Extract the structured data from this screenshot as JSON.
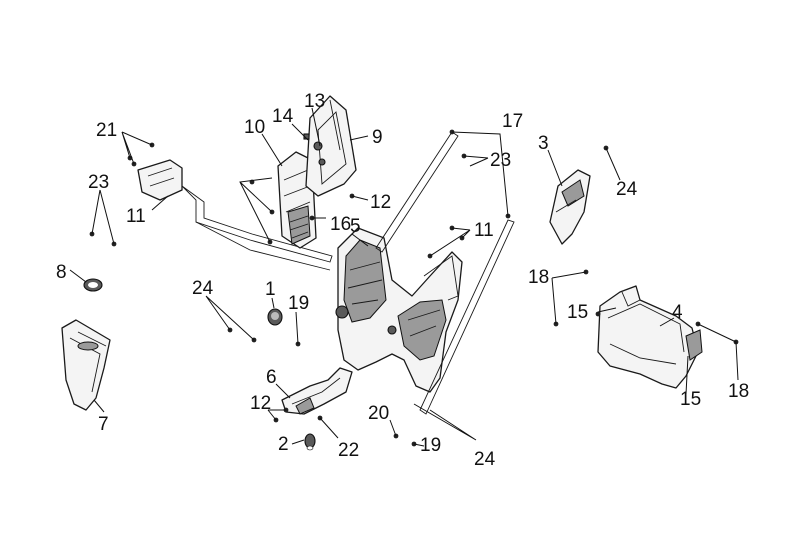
{
  "diagram": {
    "callouts": [
      {
        "id": "c1",
        "label": "1"
      },
      {
        "id": "c2",
        "label": "2"
      },
      {
        "id": "c3",
        "label": "3"
      },
      {
        "id": "c4",
        "label": "4"
      },
      {
        "id": "c5",
        "label": "5"
      },
      {
        "id": "c6",
        "label": "6"
      },
      {
        "id": "c7",
        "label": "7"
      },
      {
        "id": "c8",
        "label": "8"
      },
      {
        "id": "c9",
        "label": "9"
      },
      {
        "id": "c10",
        "label": "10"
      },
      {
        "id": "c11a",
        "label": "11"
      },
      {
        "id": "c11b",
        "label": "11"
      },
      {
        "id": "c12a",
        "label": "12"
      },
      {
        "id": "c12b",
        "label": "12"
      },
      {
        "id": "c13",
        "label": "13"
      },
      {
        "id": "c14",
        "label": "14"
      },
      {
        "id": "c15a",
        "label": "15"
      },
      {
        "id": "c15b",
        "label": "15"
      },
      {
        "id": "c16",
        "label": "16"
      },
      {
        "id": "c17",
        "label": "17"
      },
      {
        "id": "c18a",
        "label": "18"
      },
      {
        "id": "c18b",
        "label": "18"
      },
      {
        "id": "c19a",
        "label": "19"
      },
      {
        "id": "c19b",
        "label": "19"
      },
      {
        "id": "c20",
        "label": "20"
      },
      {
        "id": "c21",
        "label": "21"
      },
      {
        "id": "c22",
        "label": "22"
      },
      {
        "id": "c23a",
        "label": "23"
      },
      {
        "id": "c23b",
        "label": "23"
      },
      {
        "id": "c24a",
        "label": "24"
      },
      {
        "id": "c24b",
        "label": "24"
      },
      {
        "id": "c24c",
        "label": "24"
      }
    ]
  }
}
